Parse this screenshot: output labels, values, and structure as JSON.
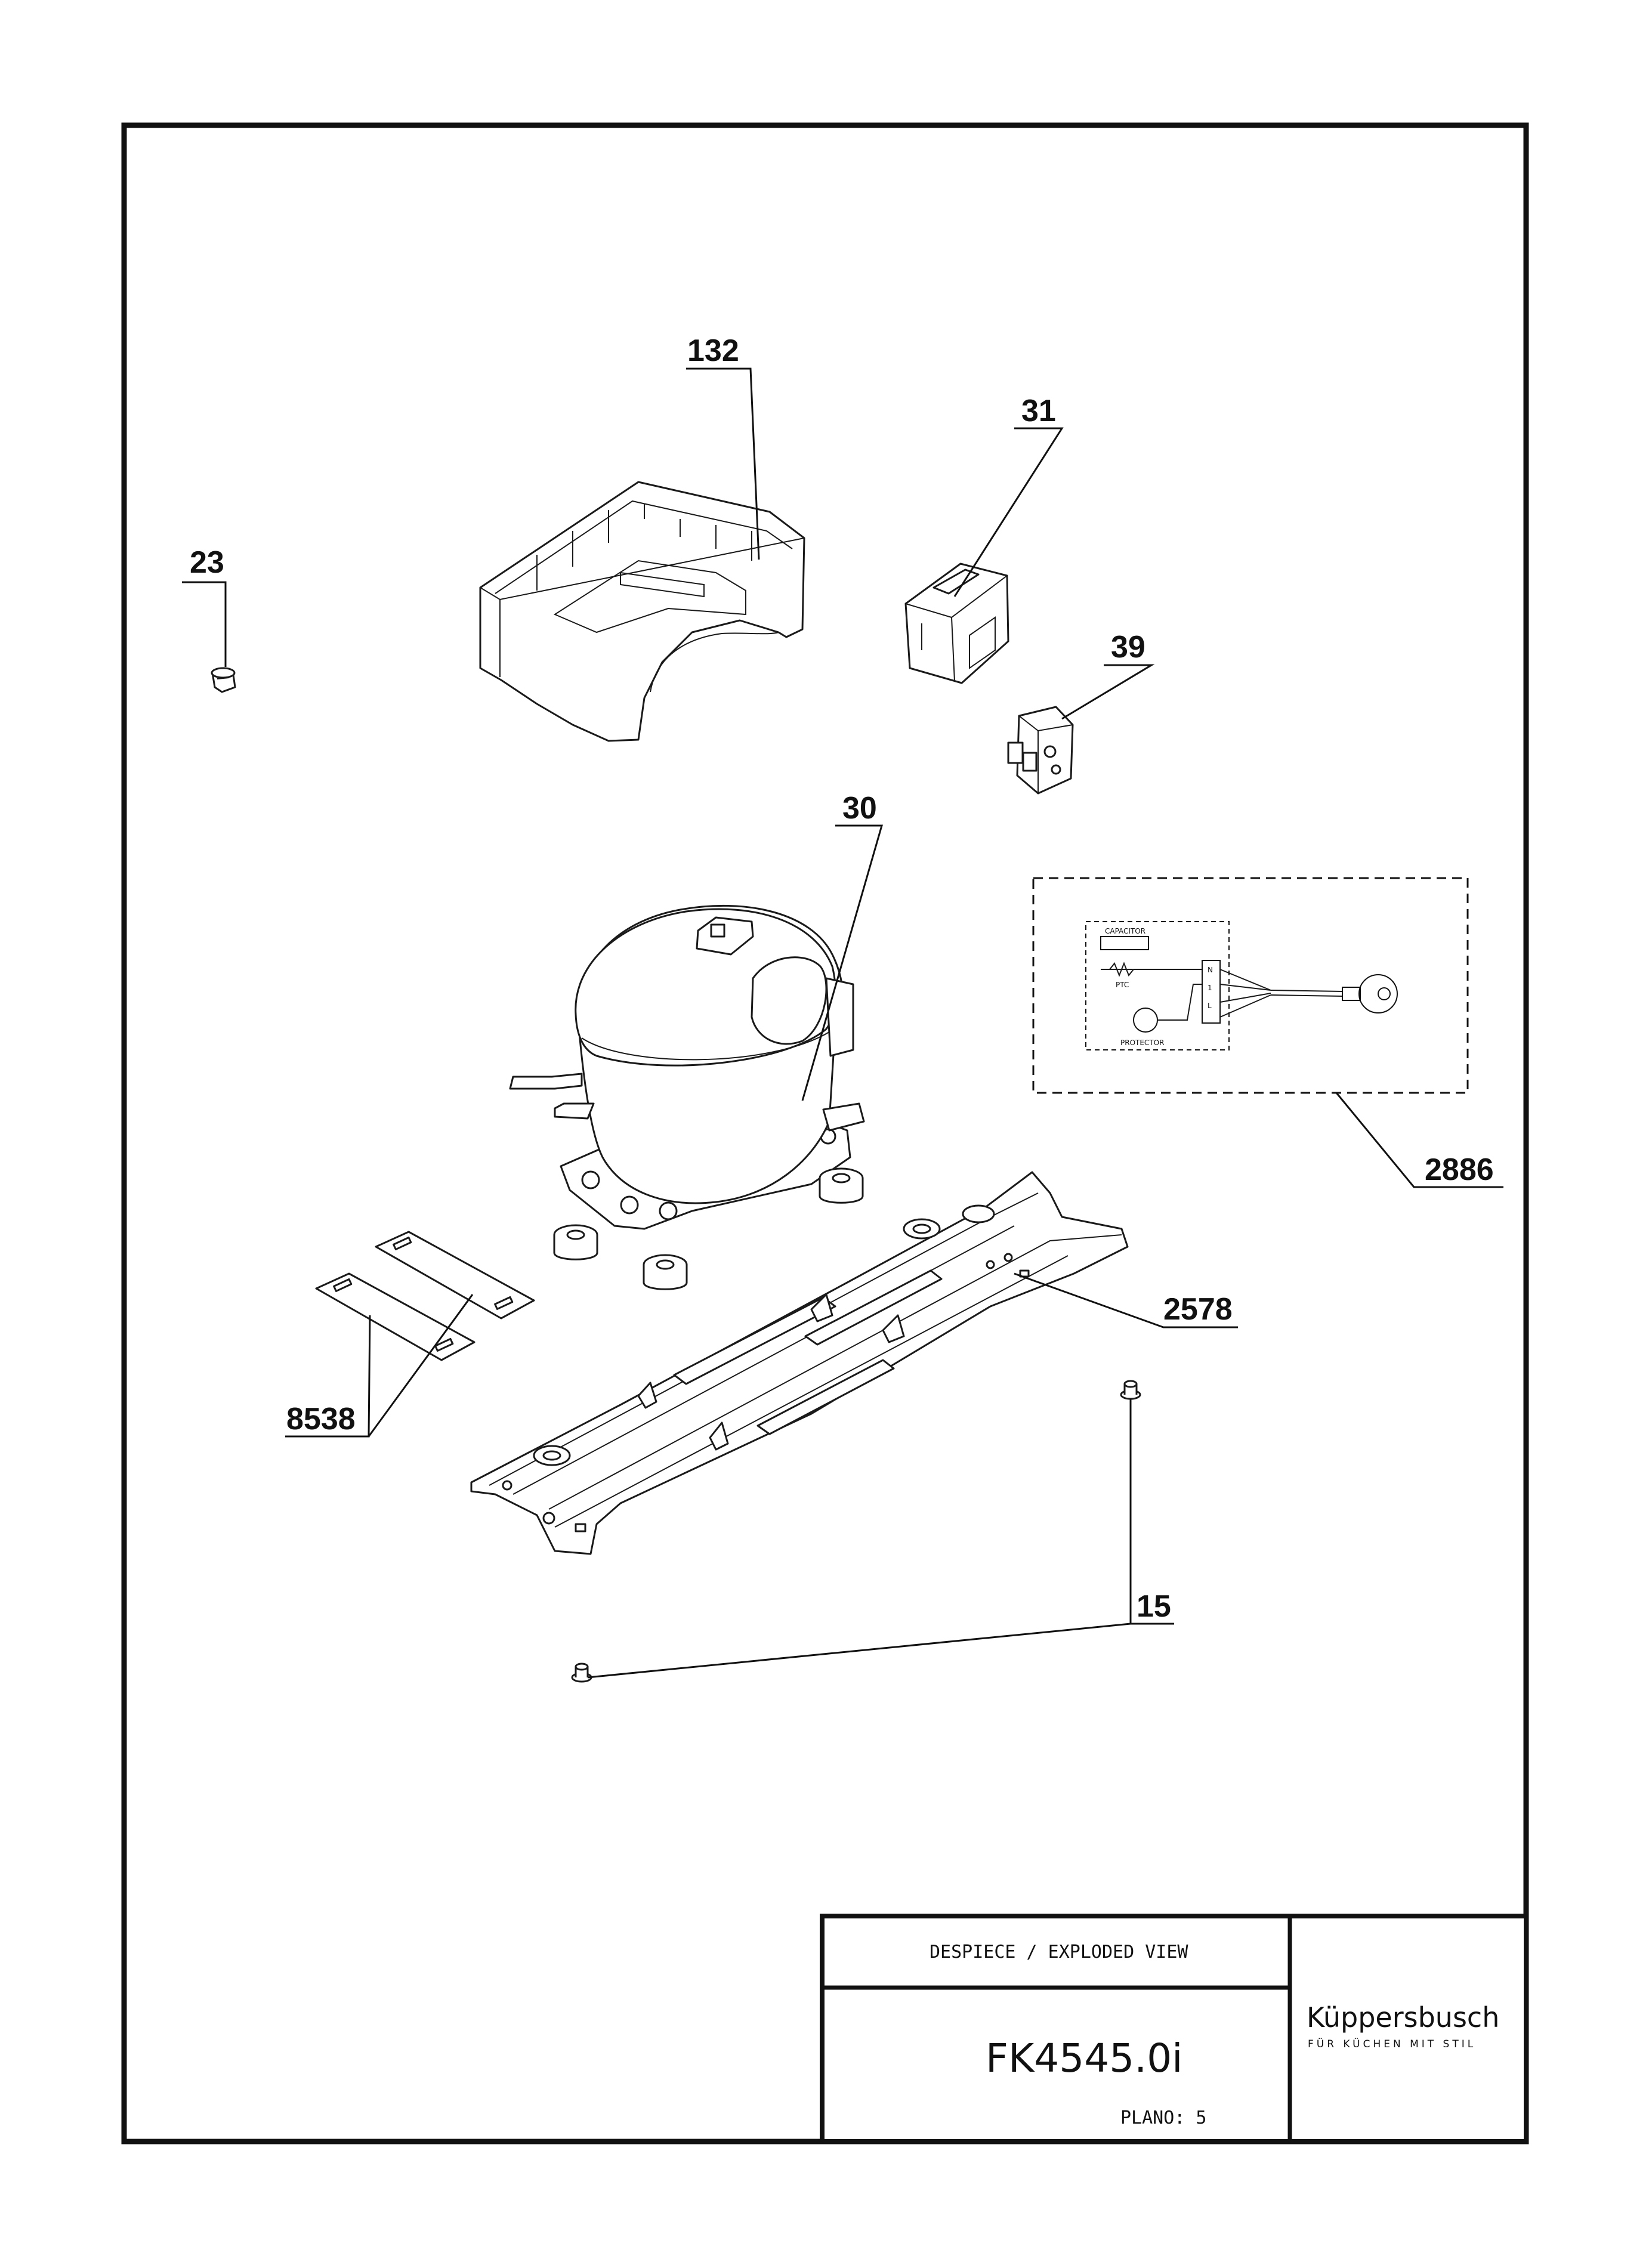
{
  "callouts": {
    "p132": "132",
    "p31": "31",
    "p23": "23",
    "p39": "39",
    "p30": "30",
    "p2886": "2886",
    "p2578": "2578",
    "p8538": "8538",
    "p15": "15"
  },
  "schematic": {
    "capacitor": "CAPACITOR",
    "ptc": "PTC",
    "protector": "PROTECTOR",
    "term_n": "N",
    "term_1": "1",
    "term_2": "L"
  },
  "title_block": {
    "subtitle": "DESPIECE / EXPLODED VIEW",
    "model": "FK4545.0i",
    "plano": "PLANO: 5"
  },
  "brand": {
    "name": "Küppersbusch",
    "tagline": "FÜR KÜCHEN MIT STIL"
  }
}
